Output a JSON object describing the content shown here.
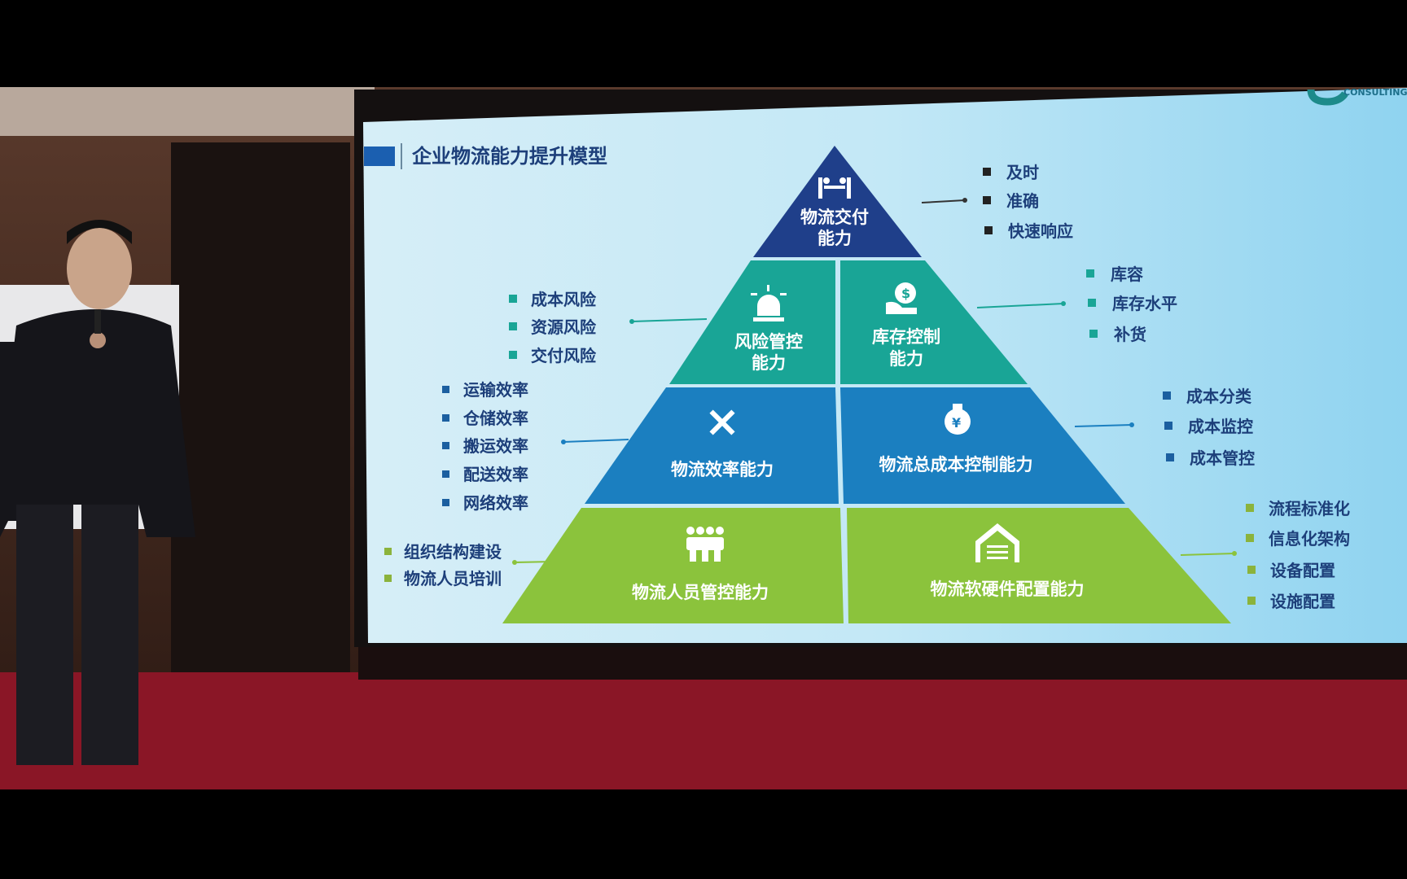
{
  "slide": {
    "title": "企业物流能力提升模型",
    "logo_text": "CONSULTING",
    "pyramid": {
      "top": {
        "label_line1": "物流交付",
        "label_line2": "能力",
        "icon": "handshake-icon",
        "color": "#1f3f8a",
        "bullets": [
          "及时",
          "准确",
          "快速响应"
        ]
      },
      "tier2_left": {
        "label_line1": "风险管控",
        "label_line2": "能力",
        "icon": "alarm-light-icon",
        "color": "#19a596",
        "bullets": [
          "成本风险",
          "资源风险",
          "交付风险"
        ]
      },
      "tier2_right": {
        "label_line1": "库存控制",
        "label_line2": "能力",
        "icon": "money-hand-icon",
        "color": "#19a596",
        "bullets": [
          "库容",
          "库存水平",
          "补货"
        ]
      },
      "tier3_left": {
        "label": "物流效率能力",
        "icon": "tools-icon",
        "color": "#1b7fc0",
        "bullets": [
          "运输效率",
          "仓储效率",
          "搬运效率",
          "配送效率",
          "网络效率"
        ]
      },
      "tier3_right": {
        "label": "物流总成本控制能力",
        "icon": "money-bag-icon",
        "color": "#1b7fc0",
        "bullets": [
          "成本分类",
          "成本监控",
          "成本管控"
        ]
      },
      "tier4_left": {
        "label": "物流人员管控能力",
        "icon": "people-icon",
        "color": "#8bc33c",
        "bullets": [
          "组织结构建设",
          "物流人员培训"
        ]
      },
      "tier4_right": {
        "label": "物流软硬件配置能力",
        "icon": "warehouse-icon",
        "color": "#8bc33c",
        "bullets": [
          "流程标准化",
          "信息化架构",
          "设备配置",
          "设施配置"
        ]
      }
    }
  }
}
